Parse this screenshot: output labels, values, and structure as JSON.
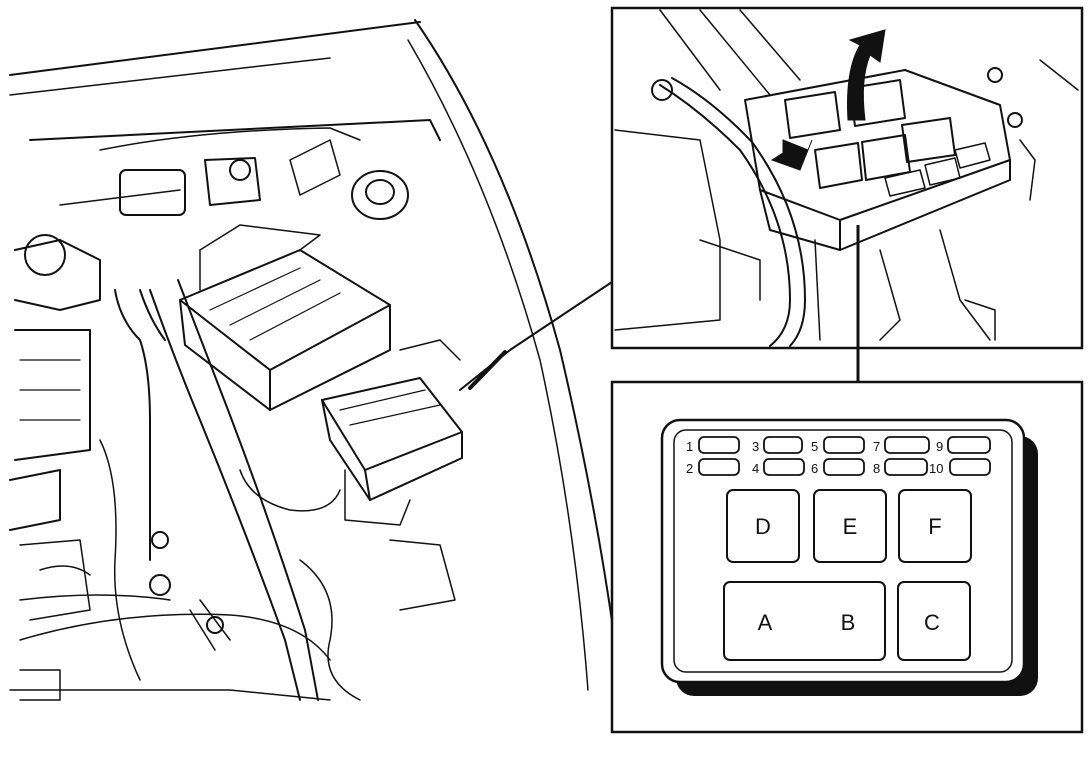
{
  "diagram": {
    "fuse_labels": {
      "f1": "1",
      "f2": "2",
      "f3": "3",
      "f4": "4",
      "f5": "5",
      "f6": "6",
      "f7": "7",
      "f8": "8",
      "f9": "9",
      "f10": "10"
    },
    "relay_labels": {
      "d": "D",
      "e": "E",
      "f": "F",
      "a": "A",
      "b": "B",
      "c": "C"
    }
  }
}
